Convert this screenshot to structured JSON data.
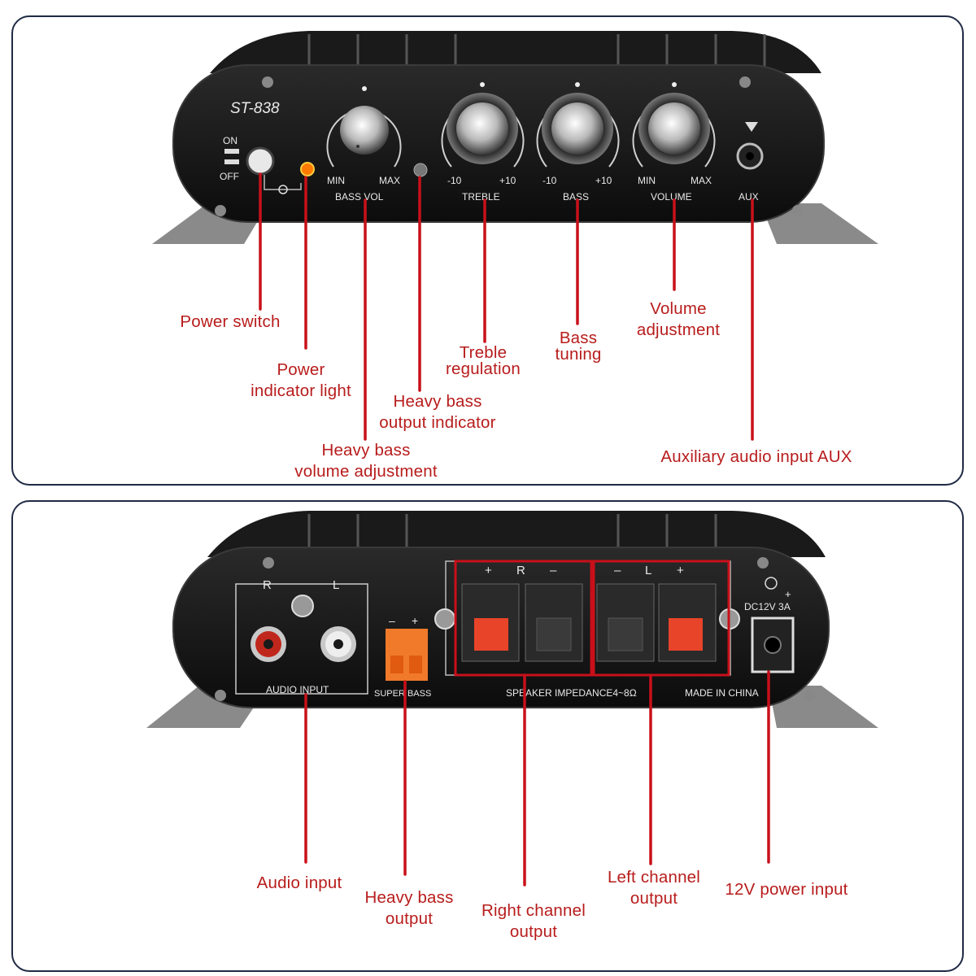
{
  "device": {
    "model": "ST-838",
    "front_labels": {
      "on": "ON",
      "off": "OFF",
      "bass_min": "MIN",
      "bass_max": "MAX",
      "bass_vol": "BASS VOL",
      "treble_min": "-10",
      "treble_max": "+10",
      "treble": "TREBLE",
      "bass_min2": "-10",
      "bass_max2": "+10",
      "bass": "BASS",
      "volume_min": "MIN",
      "volume_max": "MAX",
      "volume": "VOLUME",
      "aux": "AUX"
    },
    "back_labels": {
      "r": "R",
      "l": "L",
      "audio_input": "AUDIO INPUT",
      "sb_minus": "–",
      "sb_plus": "+",
      "super_bass": "SUPER BASS",
      "r_plus": "+",
      "r_letter": "R",
      "r_minus": "–",
      "l_minus": "–",
      "l_letter": "L",
      "l_plus": "+",
      "dc_plus": "+",
      "dc_rating": "DC12V 3A",
      "impedance": "SPEAKER IMPEDANCE4~8Ω",
      "made_in": "MADE IN CHINA"
    }
  },
  "callouts_front": [
    {
      "id": "power-switch",
      "lines": [
        "Power switch"
      ]
    },
    {
      "id": "power-indicator",
      "lines": [
        "Power",
        "indicator light"
      ]
    },
    {
      "id": "heavy-bass-volume",
      "lines": [
        "Heavy bass",
        "volume adjustment"
      ]
    },
    {
      "id": "heavy-bass-indicator",
      "lines": [
        "Heavy bass",
        "output indicator"
      ]
    },
    {
      "id": "treble",
      "lines": [
        "Treble",
        "regulation"
      ]
    },
    {
      "id": "bass-tuning",
      "lines": [
        "Bass",
        "tuning"
      ]
    },
    {
      "id": "volume",
      "lines": [
        "Volume",
        "adjustment"
      ]
    },
    {
      "id": "aux",
      "lines": [
        "Auxiliary audio input AUX"
      ]
    }
  ],
  "callouts_back": [
    {
      "id": "audio-input",
      "lines": [
        "Audio input"
      ]
    },
    {
      "id": "heavy-bass-output",
      "lines": [
        "Heavy bass",
        "output"
      ]
    },
    {
      "id": "right-channel",
      "lines": [
        "Right channel",
        "output"
      ]
    },
    {
      "id": "left-channel",
      "lines": [
        "Left channel",
        "output"
      ]
    },
    {
      "id": "power-input",
      "lines": [
        "12V power input"
      ]
    }
  ],
  "colors": {
    "callout": "#b81c1c",
    "leader": "#c8101a",
    "panel_border": "#1f2a44",
    "device_body": "#141414",
    "terminal_red": "#e8442a",
    "terminal_orange": "#f07a2a"
  }
}
